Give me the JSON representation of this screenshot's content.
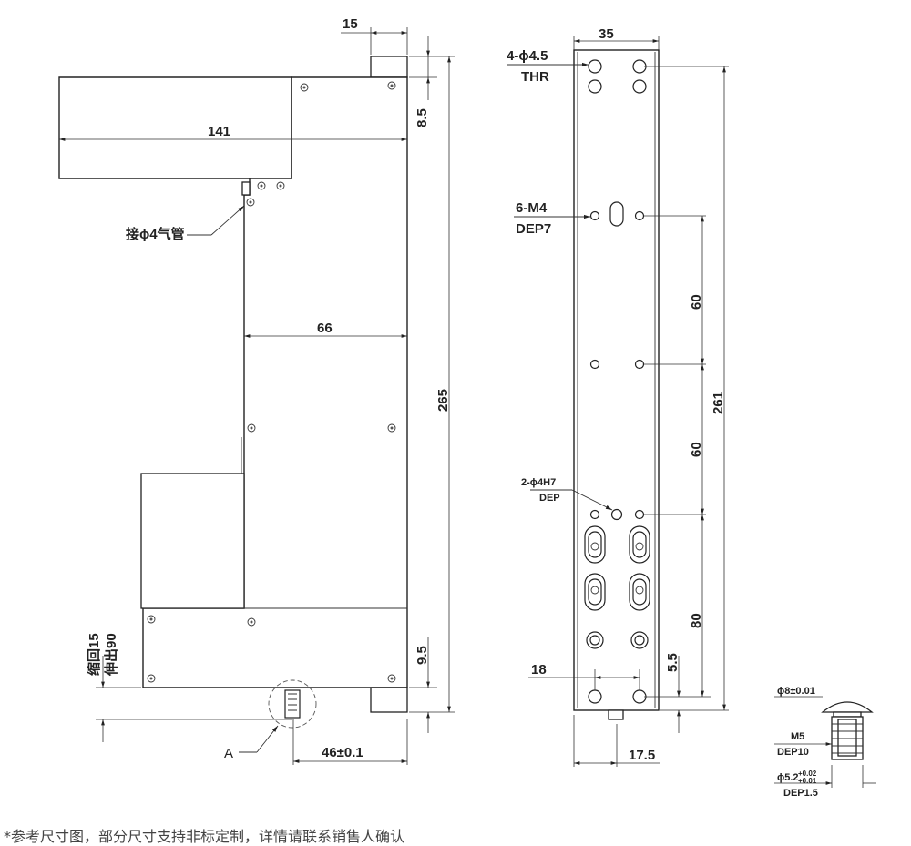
{
  "left_view": {
    "dim_top": "15",
    "dim_width": "141",
    "dim_mid": "66",
    "dim_height": "265",
    "dim_top_right": "8.5",
    "dim_bottom_right": "9.5",
    "dim_bottom": "46±0.1",
    "callout_air": "接ϕ4气管",
    "stroke_retract": "缩回15",
    "stroke_extend": "伸出90",
    "detail_label": "A"
  },
  "right_view": {
    "dim_width": "35",
    "hole_top_1": "4-ϕ4.5",
    "hole_top_2": "THR",
    "hole_m4_1": "6-M4",
    "hole_m4_2": "DEP7",
    "pin_1": "2-ϕ4H7",
    "pin_2": "DEP",
    "dim_60a": "60",
    "dim_60b": "60",
    "dim_80": "80",
    "dim_261": "261",
    "dim_55": "5.5",
    "dim_18": "18",
    "dim_175": "17.5"
  },
  "detail": {
    "dia": "ϕ8±0.01",
    "thread_1": "M5",
    "thread_2": "DEP10",
    "counter_dia": "ϕ5.2",
    "tol_upper": "+0.02",
    "tol_lower": "+0.01",
    "counter_dep": "DEP1.5"
  },
  "footer_note": "*参考尺寸图，部分尺寸支持非标定制，详情请联系销售人确认"
}
